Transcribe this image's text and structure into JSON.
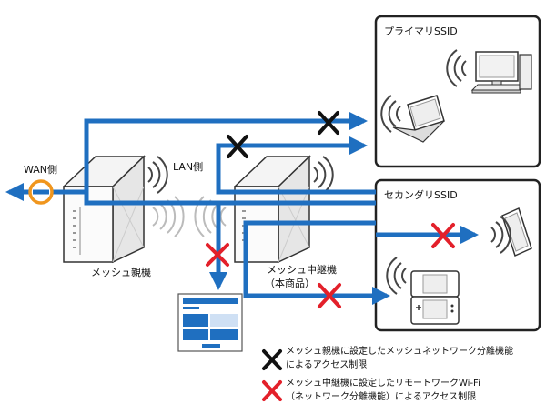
{
  "labels": {
    "primary_ssid": "プライマリSSID",
    "secondary_ssid": "セカンダリSSID",
    "wan_side": "WAN側",
    "lan_side": "LAN側",
    "mesh_parent": "メッシュ親機",
    "mesh_repeater_line1": "メッシュ中継機",
    "mesh_repeater_line2": "（本商品）"
  },
  "legend": {
    "black_x_line1": "メッシュ親機に設定したメッシュネットワーク分離機能",
    "black_x_line2": "によるアクセス制限",
    "red_x_line1": "メッシュ中継機に設定したリモートワークWi-Fi",
    "red_x_line2": "（ネットワーク分離機能）によるアクセス制限"
  },
  "colors": {
    "flow_blue": "#1f6fc0",
    "block_black": "#111111",
    "block_red": "#e3202a",
    "wan_port_orange": "#f0961e"
  },
  "icons": [
    "wan-port-icon",
    "router-icon",
    "desktop-pc-icon",
    "laptop-icon",
    "tablet-icon",
    "game-console-icon",
    "settings-screen-icon",
    "wifi-signal-icon",
    "x-mark-icon"
  ]
}
